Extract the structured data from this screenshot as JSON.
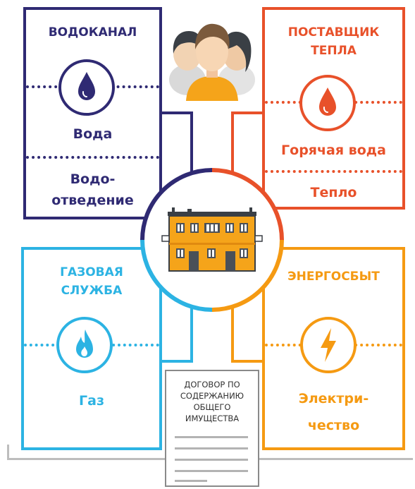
{
  "colors": {
    "vodokanal": "#2f2a73",
    "teplo": "#e8512a",
    "gas": "#2cb3e3",
    "energo": "#f59a12",
    "doc_border": "#8a8a8a",
    "doc_lines": "#b3b3b3"
  },
  "vodokanal": {
    "title": "ВОДОКАНАЛ",
    "icon": "water-drop-icon",
    "item1": "Вода",
    "item2_line1": "Водо-",
    "item2_line2": "отведение"
  },
  "teplo": {
    "title_line1": "ПОСТАВЩИК",
    "title_line2": "ТЕПЛА",
    "icon": "fire-drop-icon",
    "item1": "Горячая вода",
    "item2": "Тепло"
  },
  "gas": {
    "title_line1": "ГАЗОВАЯ",
    "title_line2": "СЛУЖБА",
    "icon": "gas-flame-icon",
    "item1": "Газ"
  },
  "energo": {
    "title": "ЭНЕРГОСБЫТ",
    "icon": "lightning-icon",
    "item1_line1": "Электри-",
    "item1_line2": "чество"
  },
  "center": {
    "icon": "apartment-building-icon"
  },
  "people": {
    "icon": "residents-group-icon"
  },
  "contract": {
    "line1": "ДОГОВОР ПО",
    "line2": "СОДЕРЖАНИЮ",
    "line3": "ОБЩЕГО",
    "line4": "ИМУЩЕСТВА"
  }
}
